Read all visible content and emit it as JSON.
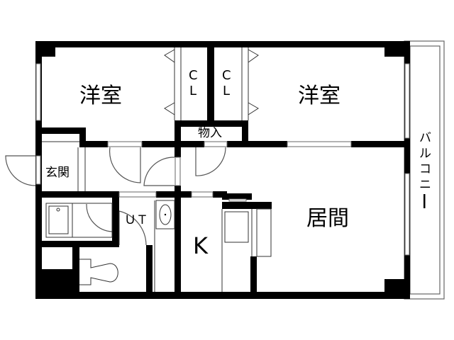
{
  "floor_plan": {
    "rooms": {
      "western_room_left": {
        "label": "洋室"
      },
      "western_room_right": {
        "label": "洋室"
      },
      "closet_left": {
        "label_top": "C",
        "label_bottom": "L"
      },
      "closet_right": {
        "label_top": "C",
        "label_bottom": "L"
      },
      "storage": {
        "label": "物入"
      },
      "entrance": {
        "label": "玄関"
      },
      "utility": {
        "label": "ＵＴ"
      },
      "kitchen": {
        "label": "K"
      },
      "living_room": {
        "label": "居間"
      },
      "balcony": {
        "label_chars": [
          "バ",
          "ル",
          "コ",
          "ニ",
          "ー"
        ]
      }
    },
    "colors": {
      "wall": "#000000",
      "background": "#ffffff",
      "fixture_line": "#555555"
    }
  }
}
